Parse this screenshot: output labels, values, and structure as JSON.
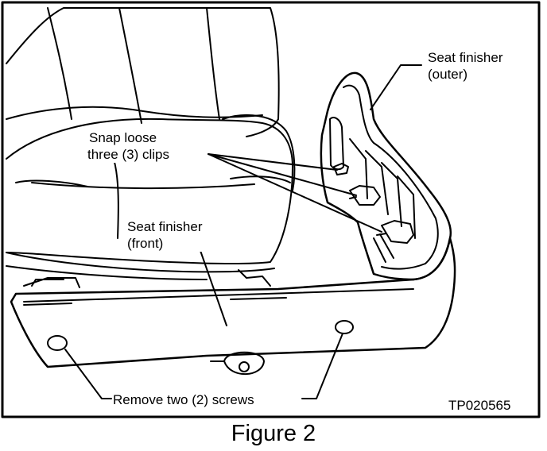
{
  "labels": {
    "seat_finisher_outer_line1": "Seat finisher",
    "seat_finisher_outer_line2": "(outer)",
    "snap_loose_line1": "Snap loose",
    "snap_loose_line2": "three (3) clips",
    "seat_finisher_front_line1": "Seat finisher",
    "seat_finisher_front_line2": "(front)",
    "remove_screws": "Remove two (2) screws",
    "figure_code": "TP020565"
  },
  "caption": "Figure 2"
}
